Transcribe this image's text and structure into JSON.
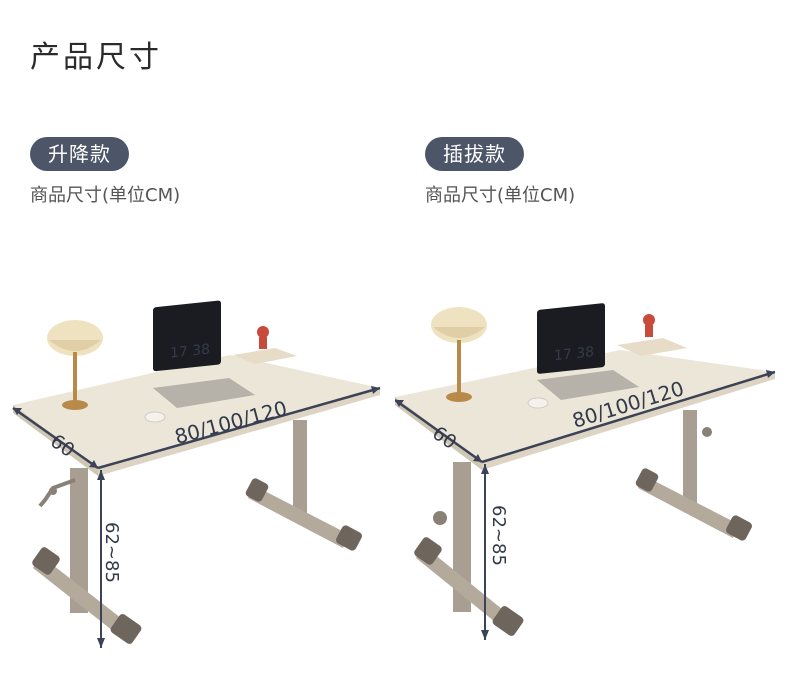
{
  "page": {
    "title": "产品尺寸"
  },
  "variants": [
    {
      "badge": "升降款",
      "subtitle": "商品尺寸(单位CM)",
      "dimensions": {
        "depth": "60",
        "width": "80/100/120",
        "height": "62~85"
      },
      "laptop_clock": "17 38"
    },
    {
      "badge": "插拔款",
      "subtitle": "商品尺寸(单位CM)",
      "dimensions": {
        "depth": "60",
        "width": "80/100/120",
        "height": "62~85"
      },
      "laptop_clock": "17 38"
    }
  ],
  "colors": {
    "badge_bg": "#4d5668",
    "desk_top": "#ece6d9",
    "desk_edge": "#cfc6b4",
    "frame": "#a89e92",
    "foot_cap": "#6e655d",
    "dimension_line": "#3c4356"
  }
}
